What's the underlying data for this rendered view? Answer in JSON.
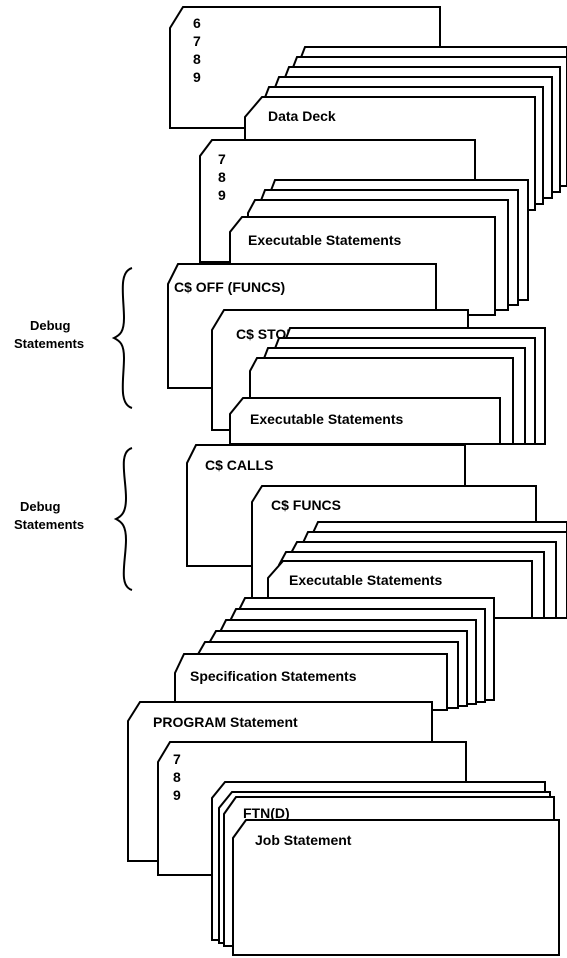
{
  "cards": {
    "top_mark": [
      "6",
      "7",
      "8",
      "9"
    ],
    "data_deck": "Data Deck",
    "mark_789_a": [
      "7",
      "8",
      "9"
    ],
    "executable_1": "Executable Statements",
    "debug_off": "C$  OFF (FUNCS)",
    "debug_stores": "C$  STORES(A)",
    "executable_2": "Executable Statements",
    "debug_calls": "C$  CALLS",
    "debug_funcs": "C$  FUNCS",
    "executable_3": "Executable Statements",
    "specification": "Specification Statements",
    "program": "PROGRAM Statement",
    "mark_789_b": [
      "7",
      "8",
      "9"
    ],
    "ftn": "FTN(D)",
    "job": "Job Statement"
  },
  "annotations": {
    "debug_group_1": [
      "Debug",
      "Statements"
    ],
    "debug_group_2": [
      "Debug",
      "Statements"
    ]
  }
}
